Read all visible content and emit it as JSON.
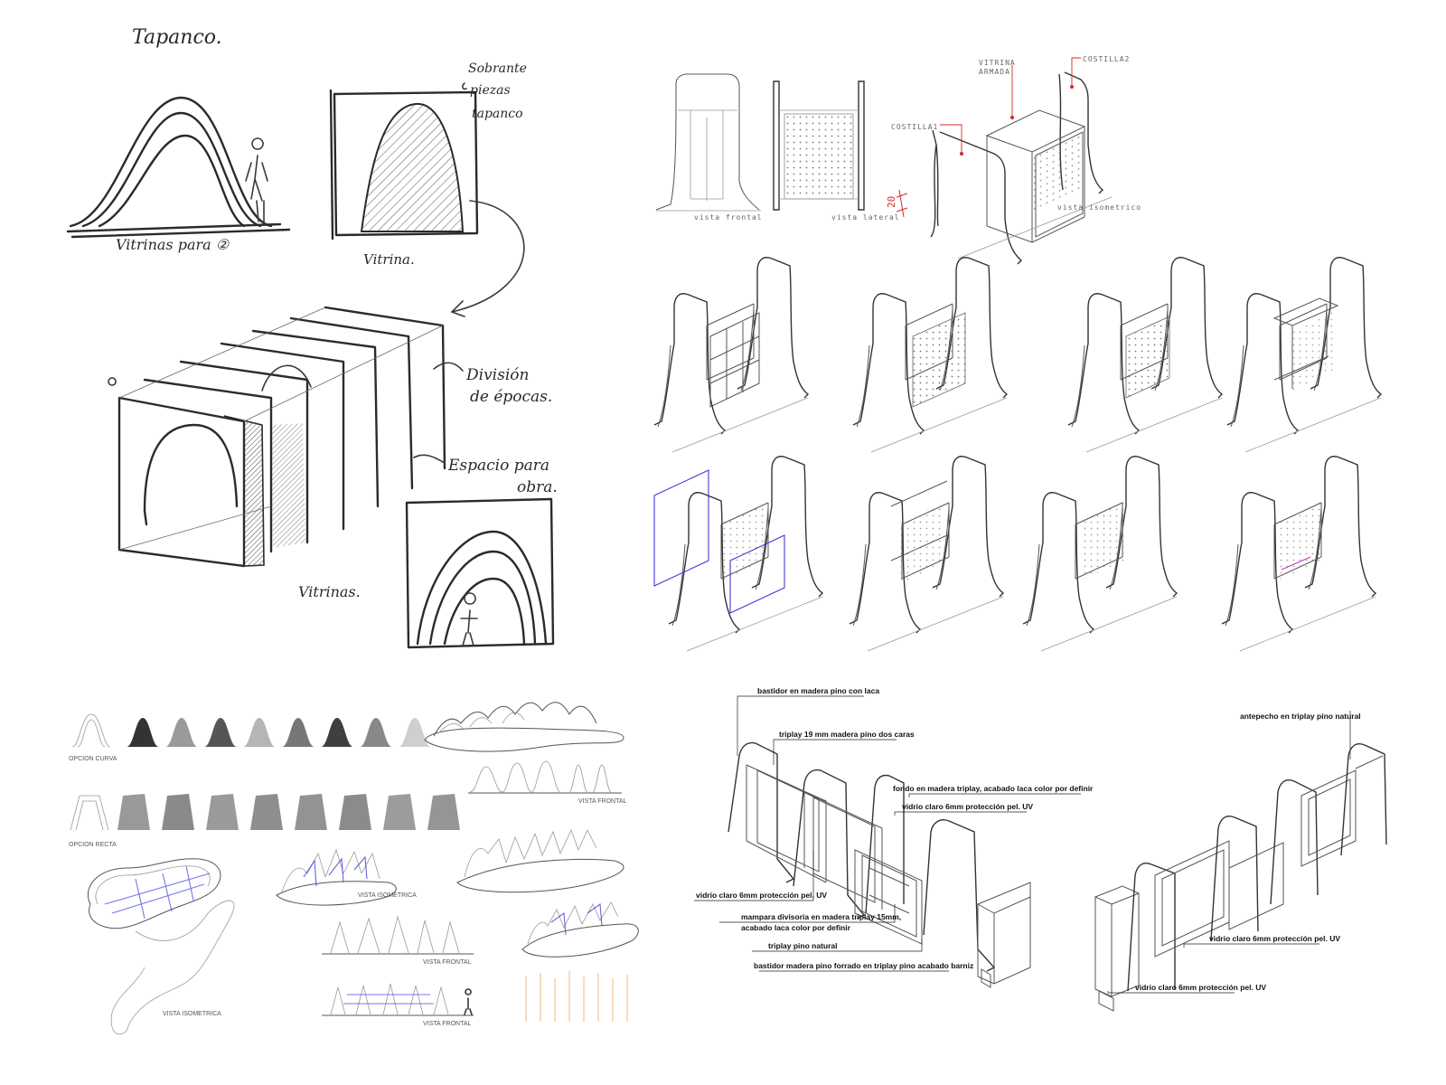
{
  "sketch": {
    "title": "Tapanco.",
    "notes": {
      "vitrinas_para": "Vitrinas para ②",
      "sobrante_1": "Sobrante",
      "sobrante_2": "piezas",
      "sobrante_3": "tapanco",
      "vitrina": "Vitrina.",
      "division_1": "División",
      "division_2": "de épocas.",
      "espacio_1": "Espacio para",
      "espacio_2": "obra.",
      "vitrinas": "Vitrinas."
    }
  },
  "technical": {
    "vitrina_armada": "VITRINA",
    "vitrina_armada_2": "ARMADA",
    "costilla2": "COSTILLA2",
    "costilla1": "COSTILLA1",
    "vista_frontal": "vista frontal",
    "vista_lateral": "vista lateral",
    "vista_isometrico": "vista isometrico",
    "dimension": "20"
  },
  "options": {
    "opcion_curva": "OPCION CURVA",
    "opcion_recta": "OPCION RECTA",
    "vista_frontal_1": "VISTA FRONTAL",
    "vista_isometrica_1": "VISTA ISOMETRICA",
    "vista_isometrica_2": "VISTA ISOMETRICA",
    "vista_frontal_2": "VISTA FRONTAL",
    "vista_frontal_3": "VISTA FRONTAL",
    "curve_fills": [
      "#333333",
      "#9a9a9a",
      "#555555",
      "#b5b5b5",
      "#777777",
      "#3f3f3f",
      "#888888",
      "#cfcfcf"
    ],
    "straight_fills": [
      "#999999",
      "#8a8a8a",
      "#9a9a9a",
      "#8e8e8e",
      "#939393",
      "#8b8b8b",
      "#9c9c9c",
      "#959595"
    ]
  },
  "annotations": {
    "bastidor": "bastidor en madera pino con laca",
    "triplay19": "triplay 19 mm madera pino dos caras",
    "fondo": "fondo en madera triplay, acabado laca color por definir",
    "vidrio1": "vidrio claro 6mm protección pel. UV",
    "vidrio2": "vidrio claro 6mm protección pel. UV",
    "mampara_1": "mampara divisoria en madera triplay 15mm,",
    "mampara_2": "acabado laca color por definir",
    "triplay_pino": "triplay pino natural",
    "bastidor_madera": "bastidor madera pino forrado en triplay pino acabado barniz",
    "antepecho": "antepecho en triplay pino natural",
    "vidrio3": "vidrio claro 6mm protección pel. UV",
    "vidrio4": "vidrio claro 6mm protección pel. UV"
  }
}
